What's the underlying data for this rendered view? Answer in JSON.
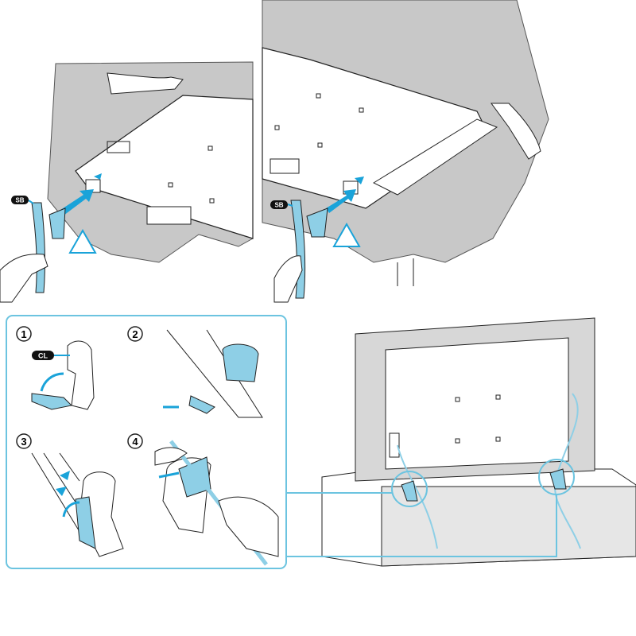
{
  "labels": {
    "stand_badge": "SB",
    "clip_badge": "CL"
  },
  "steps": [
    "1",
    "2",
    "3",
    "4"
  ],
  "colors": {
    "accent": "#8ecfe6",
    "accent_dark": "#1aa3d9",
    "frame": "#6cc4e0",
    "cloth": "#c8c8c8",
    "line": "#222222"
  }
}
